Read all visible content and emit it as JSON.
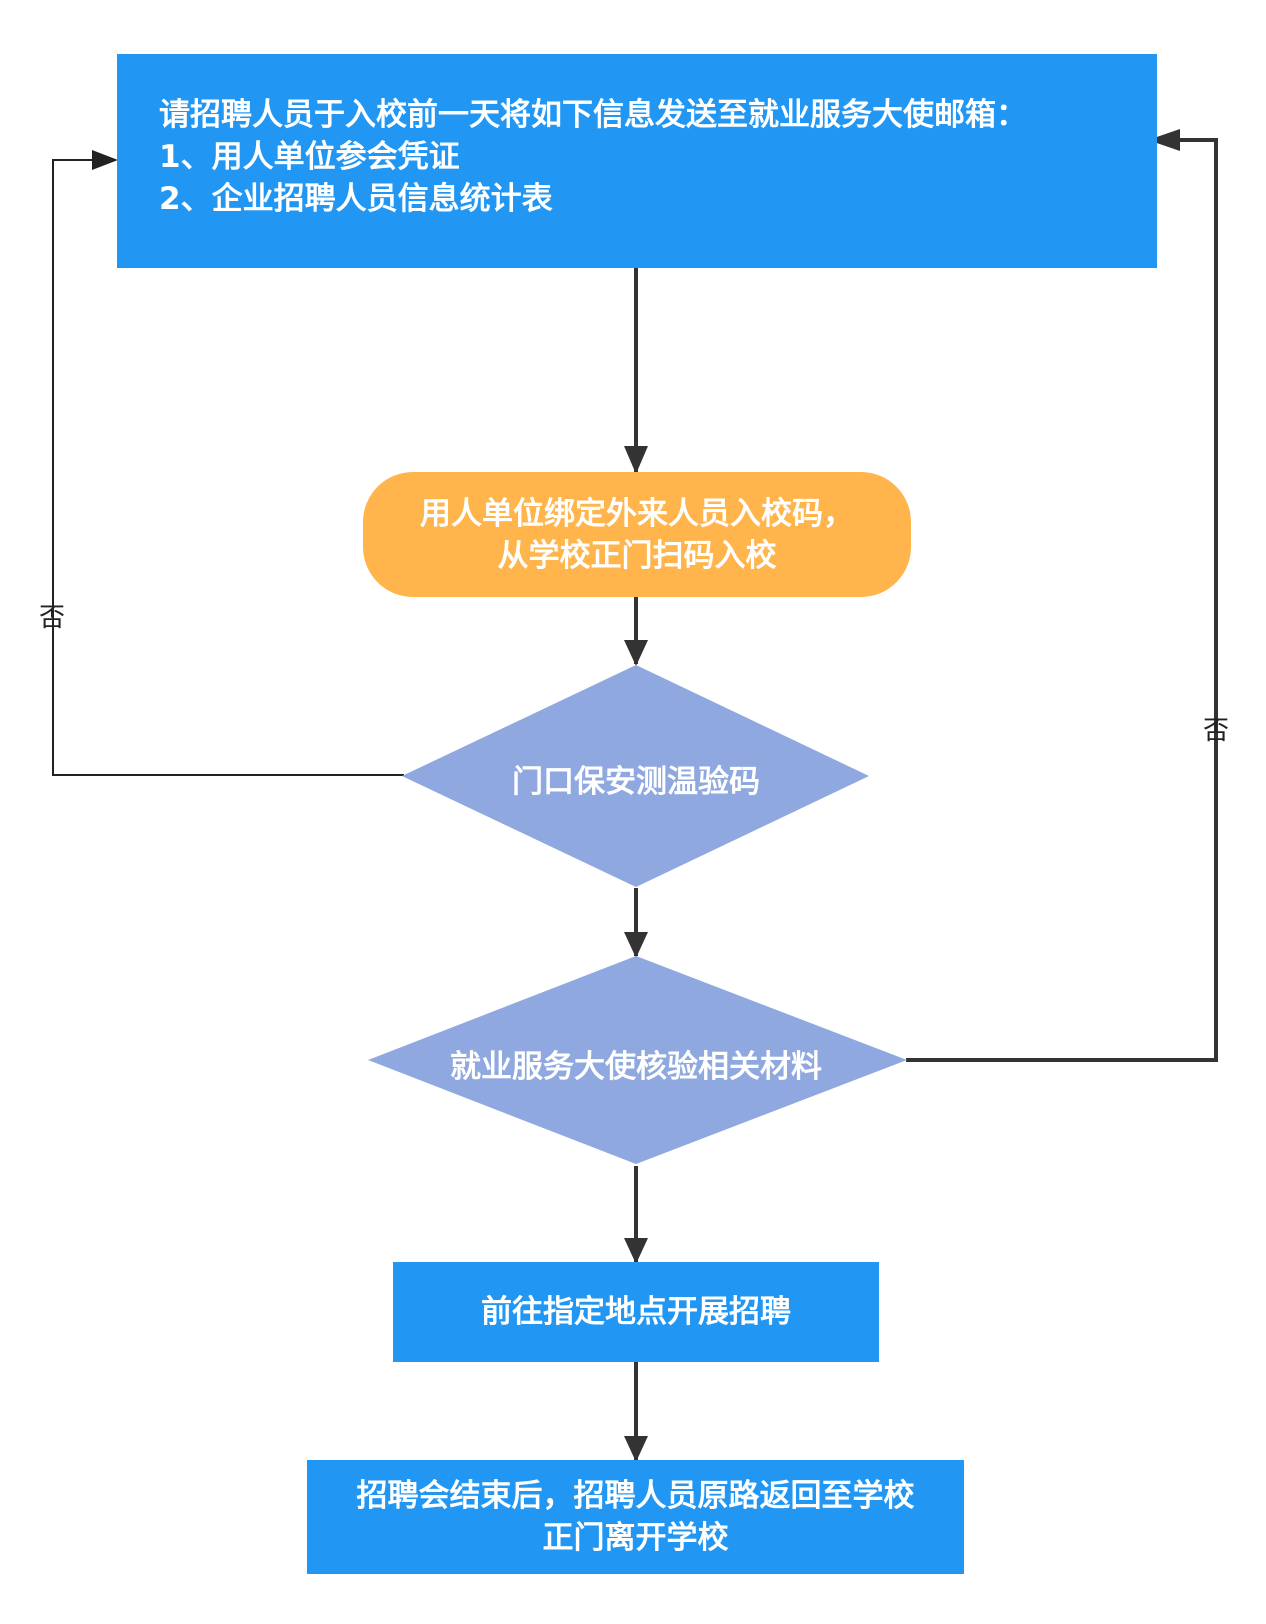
{
  "colors": {
    "process_blue": "#2196f3",
    "start_orange": "#ffb44c",
    "decision_periwinkle": "#8fa8e0",
    "arrow": "#333333"
  },
  "nodes": {
    "notice": {
      "line1": "请招聘人员于入校前一天将如下信息发送至就业服务大使邮箱：",
      "line2": "1、用人单位参会凭证",
      "line3": "2、企业招聘人员信息统计表"
    },
    "bind_code": {
      "line1": "用人单位绑定外来人员入校码，",
      "line2": "从学校正门扫码入校"
    },
    "security_check": {
      "label": "门口保安测温验码"
    },
    "ambassador_check": {
      "label": "就业服务大使核验相关材料"
    },
    "go_recruit": {
      "label": "前往指定地点开展招聘"
    },
    "leave": {
      "line1": "招聘会结束后，招聘人员原路返回至学校",
      "line2": "正门离开学校"
    }
  },
  "edges": {
    "no_label_left": "否",
    "no_label_right": "否"
  }
}
